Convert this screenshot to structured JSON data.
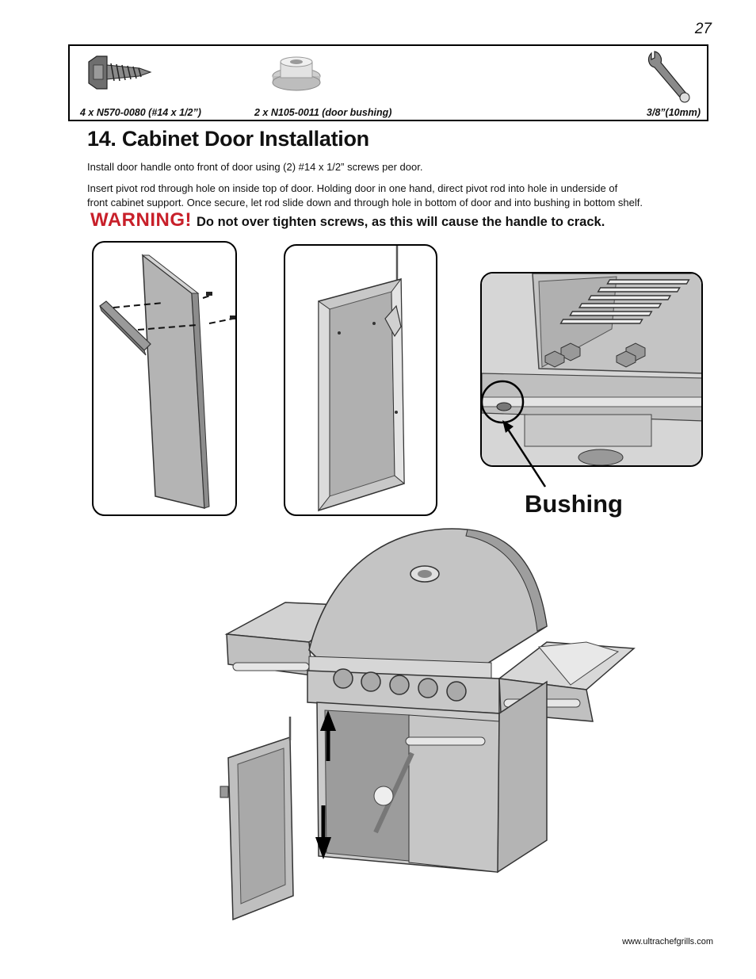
{
  "page": {
    "number": "27",
    "website": "www.ultrachefgrills.com"
  },
  "parts": [
    {
      "label": "4 x N570-0080 (#14 x 1/2”)",
      "icon": "screw-icon"
    },
    {
      "label": "2 x N105-0011 (door bushing)",
      "icon": "bushing-icon"
    },
    {
      "label": "3/8”(10mm)",
      "icon": "wrench-icon"
    }
  ],
  "section": {
    "title": "14.  Cabinet Door Installation",
    "para1": "Install door handle onto front of door using (2) #14 x 1/2” screws per door.",
    "para2_line1": "Insert pivot rod through hole on inside top of door.  Holding door in one hand, direct pivot rod into hole in underside of",
    "para2_line2": "front cabinet support.  Once secure, let rod slide down and through hole in bottom of door and into bushing in bottom shelf."
  },
  "warning": {
    "word": "WARNING!",
    "text": "Do not over tighten screws, as this will cause the handle to crack.",
    "color": "#c8202a"
  },
  "callout": {
    "label": "Bushing"
  }
}
